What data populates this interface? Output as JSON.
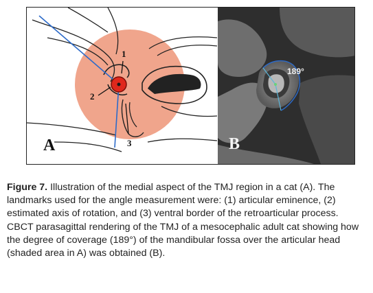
{
  "panel_a": {
    "letter": "A",
    "landmarks": [
      "1",
      "2",
      "3"
    ]
  },
  "panel_b": {
    "letter": "B",
    "angle_label": "189°"
  },
  "caption": {
    "label": "Figure 7.",
    "text": "Illustration of the medial aspect of the TMJ region in a cat (A). The landmarks used for the angle measurement were: (1) articular eminence, (2) estimated axis of rotation, and (3) ventral border of the retroarticular process. CBCT parasagittal rendering of the TMJ of a mesocephalic adult cat showing how the degree of coverage (189°) of the mandibular fossa over the articular head (shaded area in A) was obtained (B)."
  },
  "colors": {
    "shade": "#f0a58c",
    "marker": "#e0281c",
    "line": "#2c6ac9",
    "ct_background": "#2e2e2e"
  }
}
